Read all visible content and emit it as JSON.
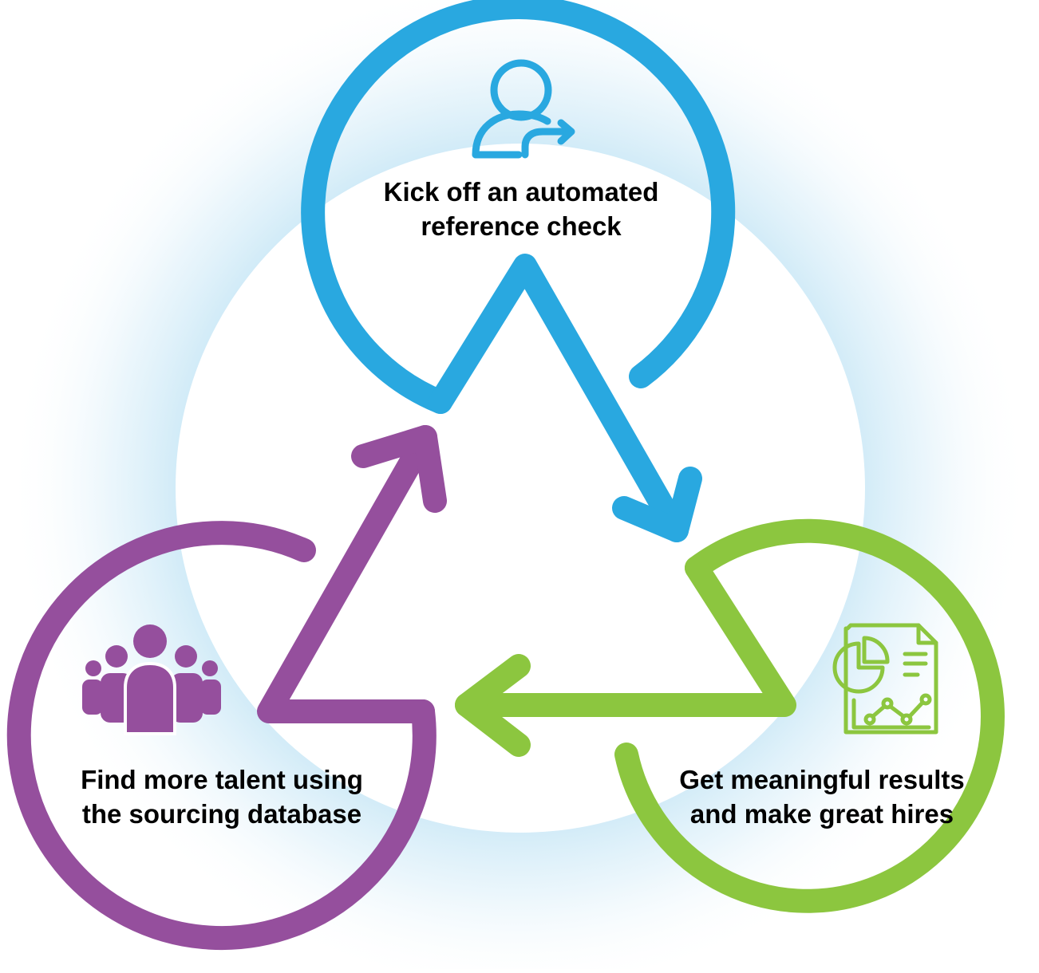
{
  "steps": [
    {
      "id": "reference-check",
      "line1": "Kick off an automated",
      "line2": "reference check",
      "icon": "user-forward-icon",
      "color": "#29a8e0"
    },
    {
      "id": "results",
      "line1": "Get meaningful results",
      "line2": "and make great hires",
      "icon": "report-chart-icon",
      "color": "#8cc63f"
    },
    {
      "id": "sourcing",
      "line1": "Find more talent using",
      "line2": "the sourcing database",
      "icon": "people-group-icon",
      "color": "#954f9d"
    }
  ],
  "background_glow_color": "#cfeaf7"
}
